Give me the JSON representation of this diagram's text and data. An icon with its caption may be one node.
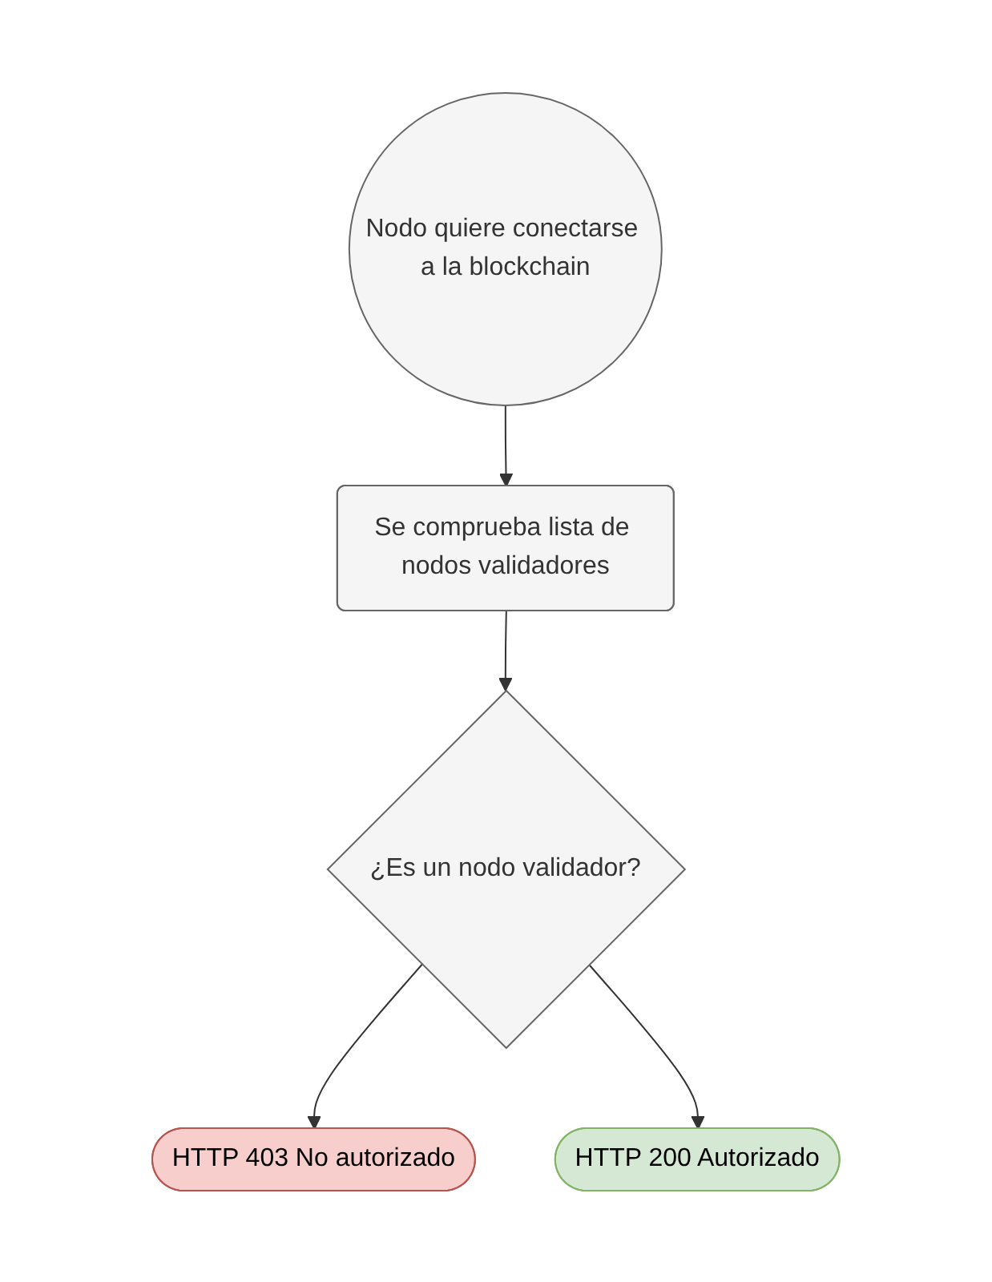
{
  "diagram": {
    "nodes": [
      {
        "text": [
          "Nodo quiere conectarse a la blockchain"
        ]
      },
      {
        "text": [
          "Se comprueba lista de nodos validadores"
        ]
      },
      {
        "text": [
          "¿Es un nodo validador?"
        ]
      },
      {
        "text": [
          "HTTP 403 No autorizado"
        ]
      },
      {
        "text": [
          "HTTP 200 Autorizado"
        ]
      }
    ],
    "edges": [
      {
        "from": 0,
        "to": 1,
        "arrow": "to"
      },
      {
        "from": 1,
        "to": 2,
        "arrow": "to"
      },
      {
        "from": 2,
        "to": 3,
        "arrow": "to"
      },
      {
        "from": 2,
        "to": 4,
        "arrow": "to"
      }
    ]
  }
}
